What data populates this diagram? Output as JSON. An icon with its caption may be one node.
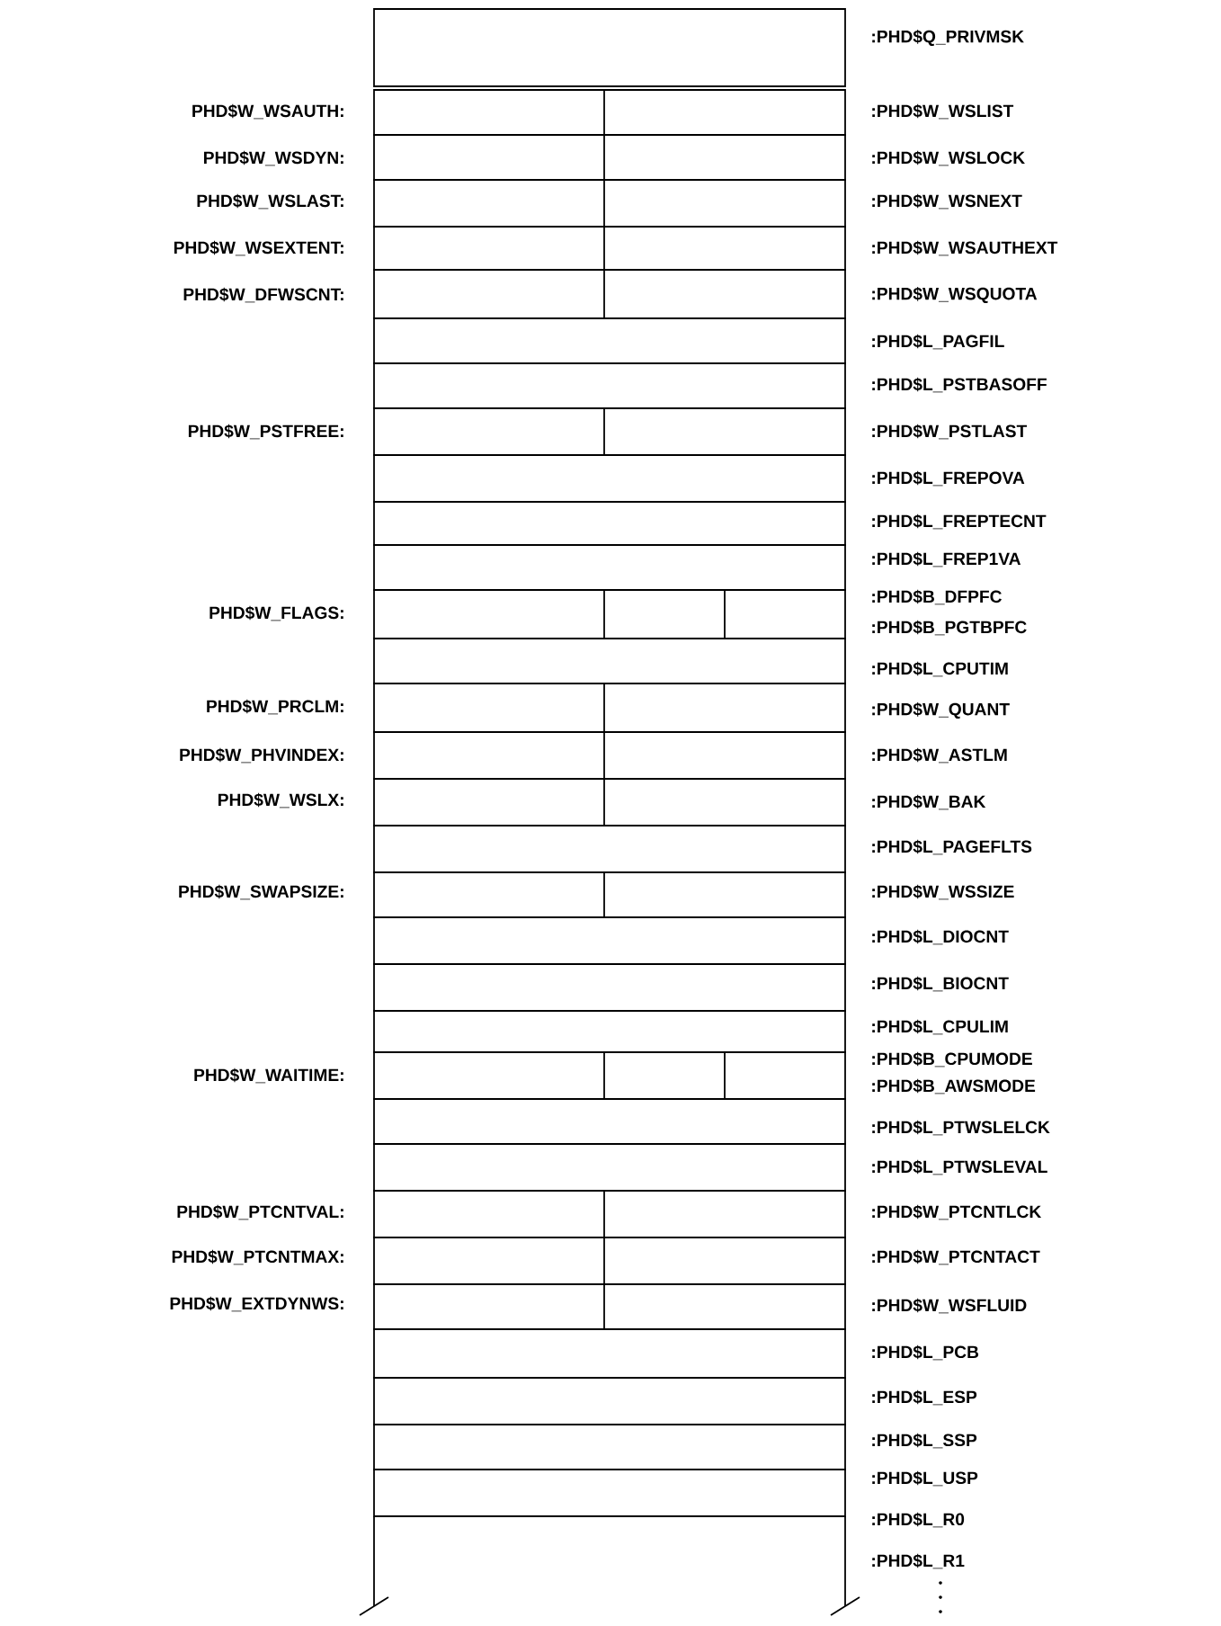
{
  "diagram": {
    "labels": [
      ":PHD$Q_PRIVMSK",
      "PHD$W_WSAUTH:",
      ":PHD$W_WSLIST",
      "PHD$W_WSDYN:",
      ":PHD$W_WSLOCK",
      "PHD$W_WSLAST:",
      ":PHD$W_WSNEXT",
      "PHD$W_WSEXTENT:",
      ":PHD$W_WSAUTHEXT",
      "PHD$W_DFWSCNT:",
      ":PHD$W_WSQUOTA",
      ":PHD$L_PAGFIL",
      ":PHD$L_PSTBASOFF",
      "PHD$W_PSTFREE:",
      ":PHD$W_PSTLAST",
      ":PHD$L_FREPOVA",
      ":PHD$L_FREPTECNT",
      ":PHD$L_FREP1VA",
      ":PHD$B_DFPFC",
      "PHD$W_FLAGS:",
      ":PHD$B_PGTBPFC",
      ":PHD$L_CPUTIM",
      "PHD$W_PRCLM:",
      ":PHD$W_QUANT",
      "PHD$W_PHVINDEX:",
      ":PHD$W_ASTLM",
      "PHD$W_WSLX:",
      ":PHD$W_BAK",
      ":PHD$L_PAGEFLTS",
      "PHD$W_SWAPSIZE:",
      ":PHD$W_WSSIZE",
      ":PHD$L_DIOCNT",
      ":PHD$L_BIOCNT",
      ":PHD$L_CPULIM",
      ":PHD$B_CPUMODE",
      "PHD$W_WAITIME:",
      ":PHD$B_AWSMODE",
      ":PHD$L_PTWSLELCK",
      ":PHD$L_PTWSLEVAL",
      "PHD$W_PTCNTVAL:",
      ":PHD$W_PTCNTLCK",
      "PHD$W_PTCNTMAX:",
      ":PHD$W_PTCNTACT",
      "PHD$W_EXTDYNWS:",
      ":PHD$W_WSFLUID",
      ":PHD$L_PCB",
      ":PHD$L_ESP",
      ":PHD$L_SSP",
      ":PHD$L_USP",
      ":PHD$L_R0",
      ":PHD$L_R1"
    ]
  }
}
